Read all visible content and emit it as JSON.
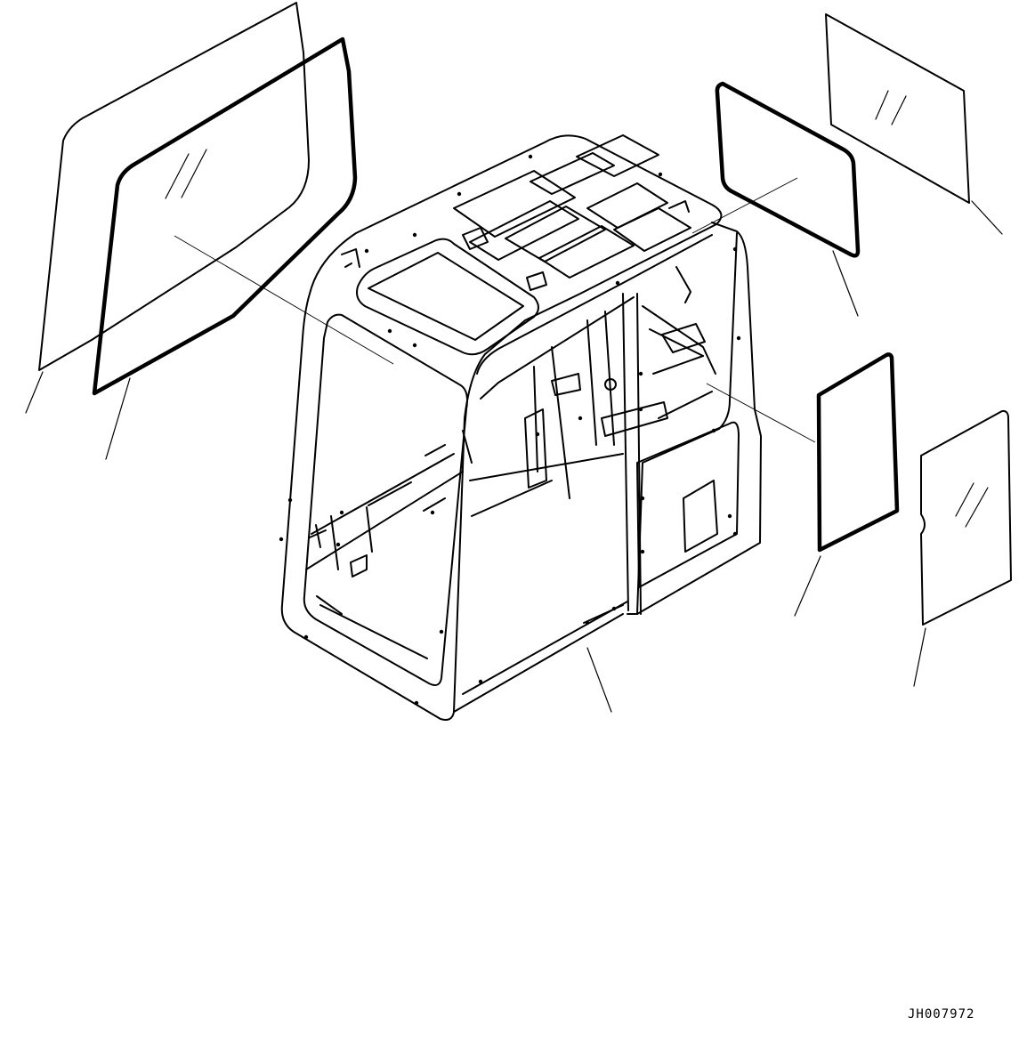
{
  "drawing_id": "JH007972",
  "parts": [
    {
      "name": "cab-frame"
    },
    {
      "name": "front-window-glass"
    },
    {
      "name": "front-window-glass-with-seal"
    },
    {
      "name": "rear-window-glass"
    },
    {
      "name": "rear-window-glass-with-seal"
    },
    {
      "name": "side-window-glass-with-seal"
    },
    {
      "name": "side-window-glass"
    }
  ]
}
